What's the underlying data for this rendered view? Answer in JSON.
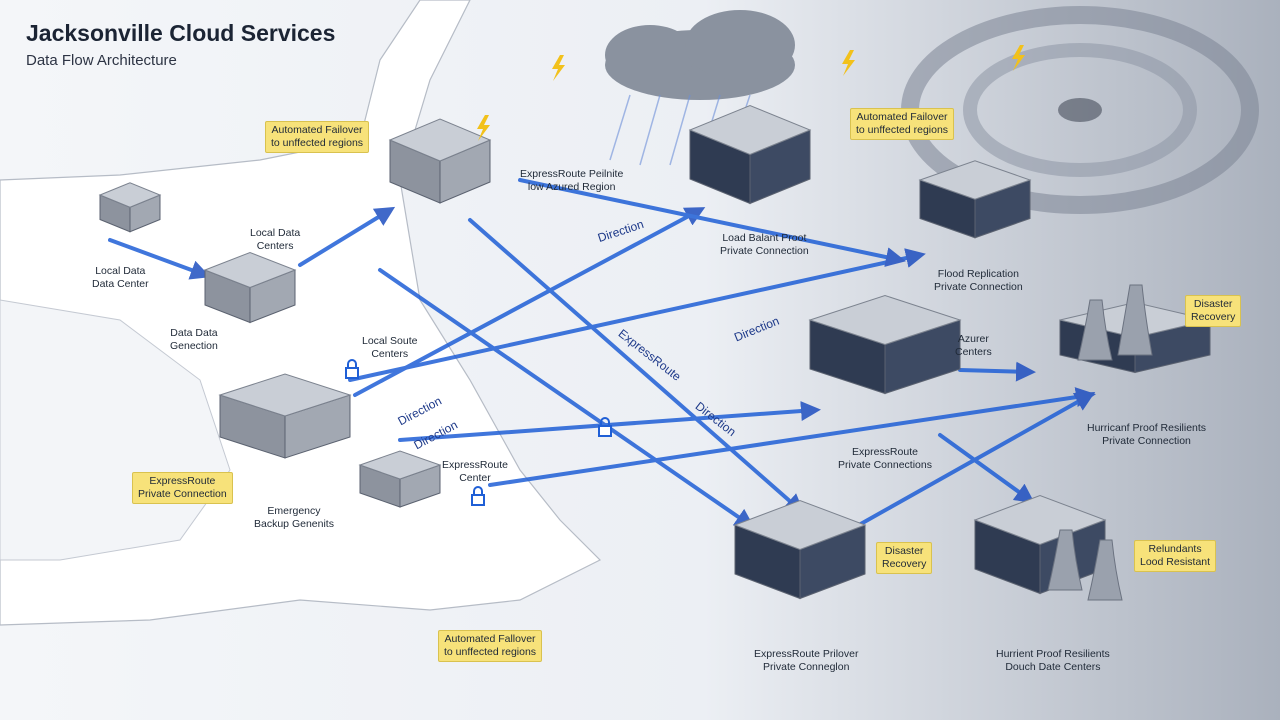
{
  "title": "Jacksonville Cloud Services",
  "subtitle": "Data Flow Architecture",
  "callouts": [
    "Automated Failover\nto unffected regions",
    "Automated Failover\nto unffected regions",
    "ExpressRoute\nPrivate Connection",
    "Disaster\nRecovery",
    "Disaster\nRecovery",
    "Relundants\nLood Resistant",
    "Automated Fallover\nto unffected regions"
  ],
  "labels": [
    "ExpressRoute Peilnite\nlow Azured Region",
    "Local Data\nCenters",
    "Local Data\nData Center",
    "Data Data\nGenection",
    "Local Soute\nCenters",
    "ExpressRoute\nCenter",
    "Emergency\nBackup Genenits",
    "Load Balant Proot\nPrivate Connection",
    "Flood Replication\nPrivate Connection",
    "Azurer\nCenters",
    "ExpressRoute\nPrivate Connections",
    "Hurricanf Proof Resilients\nPrivate Connection",
    "ExpressRoute Prilover\nPrivate Conneglon",
    "Hurrient Proof Resilients\nDouch Date Centers"
  ],
  "arrow_texts": [
    "Direction",
    "Direction",
    "ExpressRoute",
    "Direction",
    "Direction",
    "Direction"
  ],
  "colors": {
    "flow": "#1f5fd6",
    "tag_bg": "#f7e27a",
    "storm": "#6b7280"
  }
}
